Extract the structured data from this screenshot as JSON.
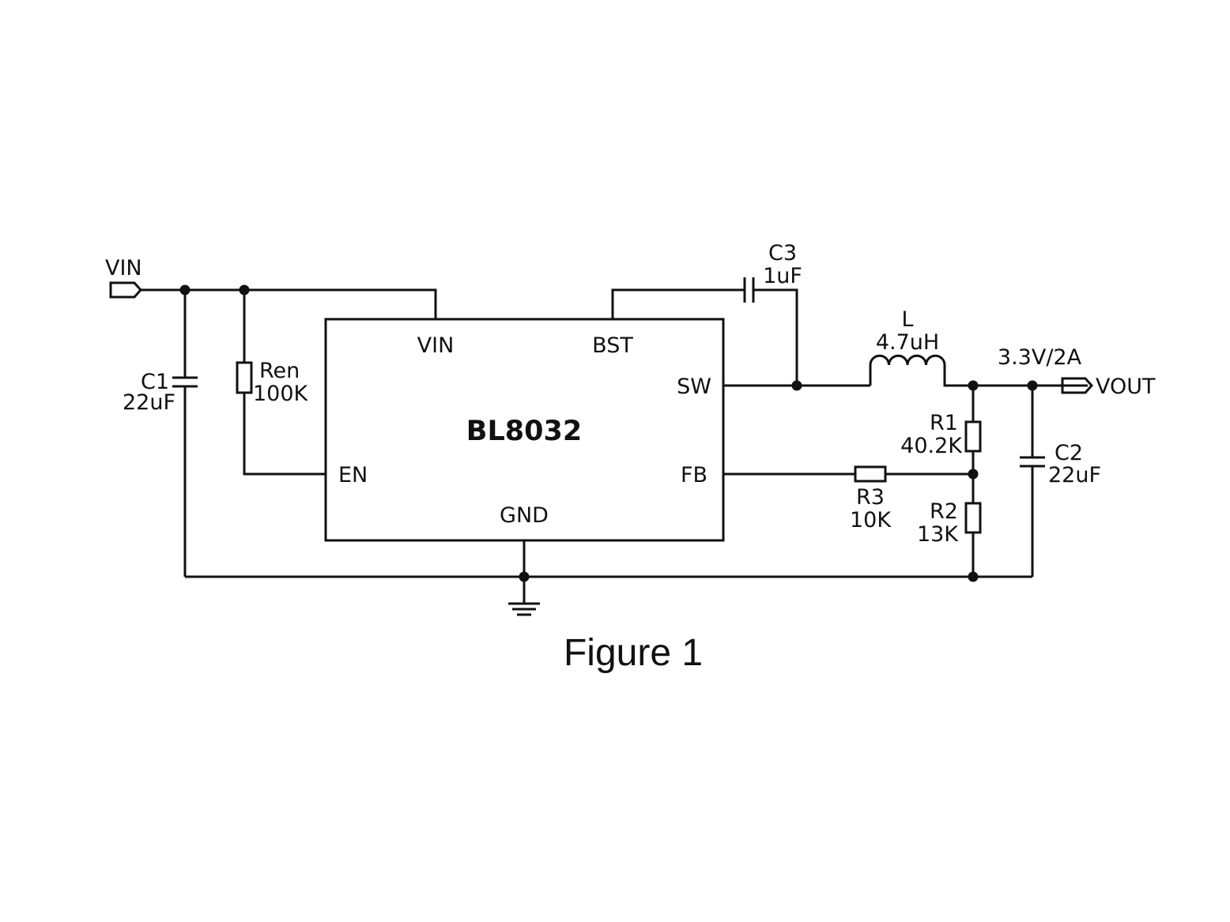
{
  "chip": {
    "name": "BL8032",
    "pins": {
      "vin": "VIN",
      "bst": "BST",
      "sw": "SW",
      "en": "EN",
      "fb": "FB",
      "gnd": "GND"
    }
  },
  "ports": {
    "input": "VIN",
    "output": "VOUT"
  },
  "output_rating": "3.3V/2A",
  "components": {
    "c1": {
      "ref": "C1",
      "value": "22uF"
    },
    "ren": {
      "ref": "Ren",
      "value": "100K"
    },
    "c3": {
      "ref": "C3",
      "value": "1uF"
    },
    "l": {
      "ref": "L",
      "value": "4.7uH"
    },
    "r1": {
      "ref": "R1",
      "value": "40.2K"
    },
    "r2": {
      "ref": "R2",
      "value": "13K"
    },
    "r3": {
      "ref": "R3",
      "value": "10K"
    },
    "c2": {
      "ref": "C2",
      "value": "22uF"
    }
  },
  "caption": "Figure 1"
}
